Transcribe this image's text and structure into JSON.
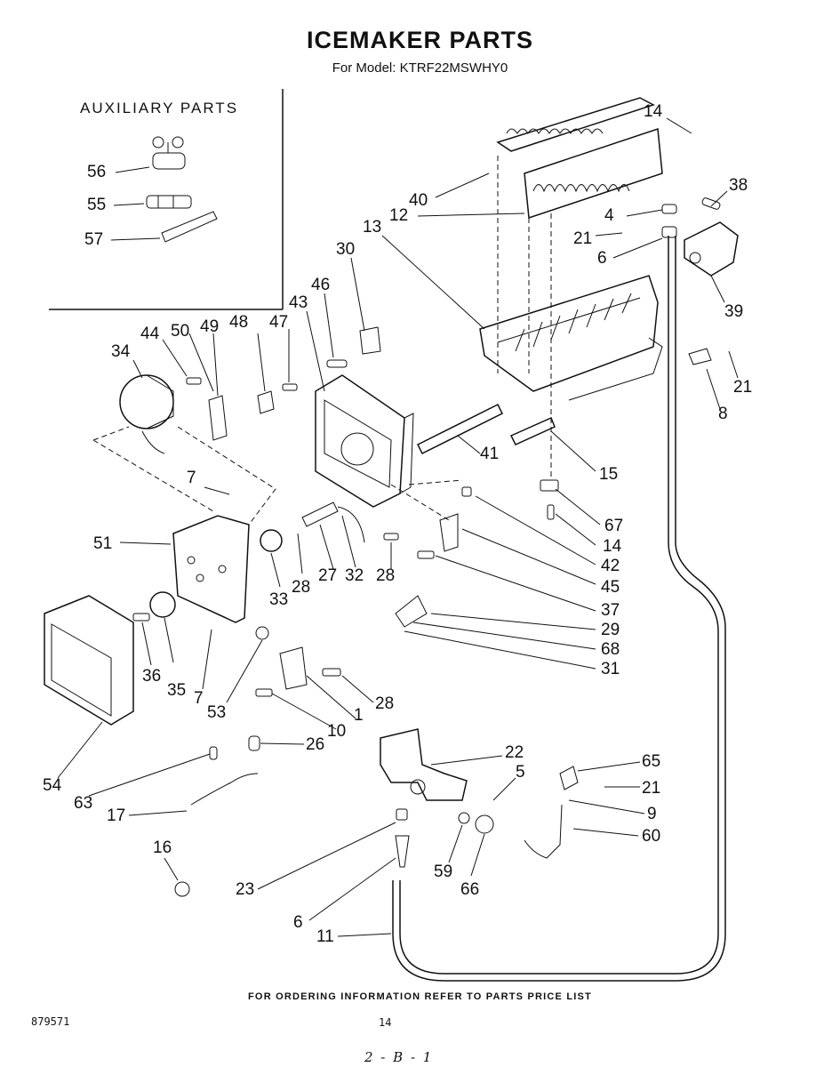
{
  "header": {
    "title": "ICEMAKER PARTS",
    "model": "For Model: KTRF22MSWHY0"
  },
  "auxiliary": {
    "heading": "AUXILIARY PARTS"
  },
  "callouts": {
    "c56": "56",
    "c55": "55",
    "c57": "57",
    "c14a": "14",
    "c40": "40",
    "c12": "12",
    "c38": "38",
    "c4": "4",
    "c21a": "21",
    "c6a": "6",
    "c39": "39",
    "c13": "13",
    "c30": "30",
    "c46": "46",
    "c43": "43",
    "c47": "47",
    "c48": "48",
    "c49": "49",
    "c50": "50",
    "c44": "44",
    "c34": "34",
    "c8": "8",
    "c21b": "21",
    "c41": "41",
    "c15": "15",
    "c7a": "7",
    "c67": "67",
    "c14b": "14",
    "c42": "42",
    "c51": "51",
    "c45": "45",
    "c28a": "28",
    "c27": "27",
    "c32": "32",
    "c28b": "28",
    "c33": "33",
    "c37": "37",
    "c29": "29",
    "c68": "68",
    "c31": "31",
    "c36": "36",
    "c35": "35",
    "c7b": "7",
    "c53": "53",
    "c28c": "28",
    "c1": "1",
    "c10": "10",
    "c54": "54",
    "c26": "26",
    "c63": "63",
    "c22": "22",
    "c5": "5",
    "c65": "65",
    "c21c": "21",
    "c17": "17",
    "c9": "9",
    "c60": "60",
    "c16": "16",
    "c59": "59",
    "c66": "66",
    "c23": "23",
    "c6b": "6",
    "c11": "11"
  },
  "footer": {
    "notice": "FOR ORDERING INFORMATION REFER TO PARTS PRICE LIST",
    "code": "879571",
    "page": "14",
    "page_ref": "2 - B - 1"
  }
}
